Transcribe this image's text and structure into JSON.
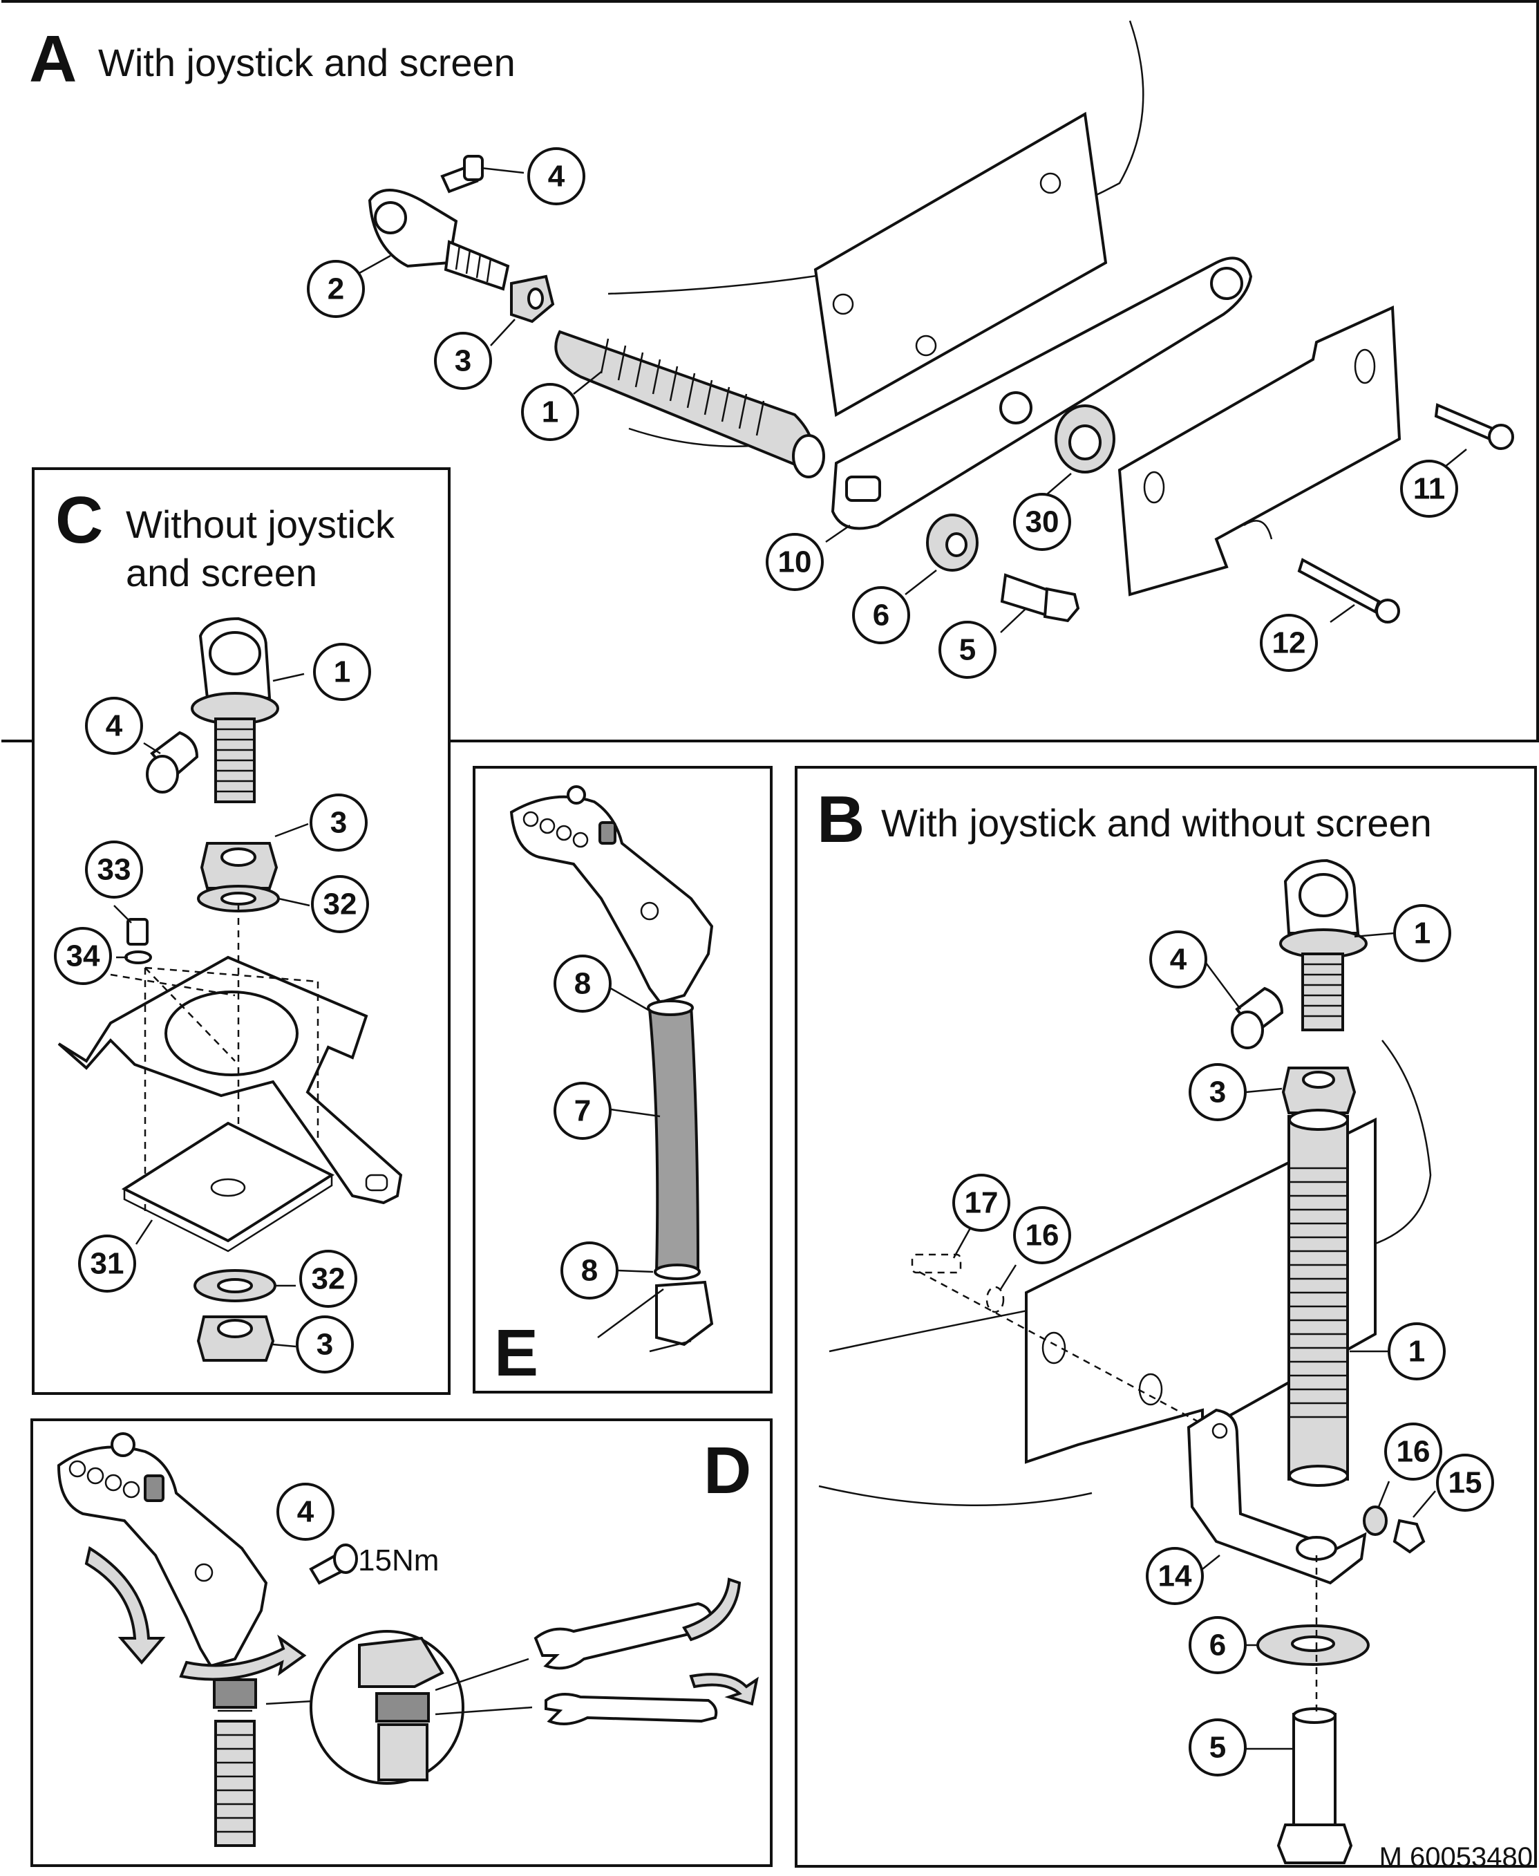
{
  "panels": {
    "A": {
      "letter": "A",
      "title": "With joystick and screen"
    },
    "B": {
      "letter": "B",
      "title": "With joystick and without screen"
    },
    "C": {
      "letter": "C",
      "title_line1": "Without joystick",
      "title_line2": "and screen"
    },
    "D": {
      "letter": "D",
      "torque": "15Nm"
    },
    "E": {
      "letter": "E"
    }
  },
  "callouts": {
    "A": [
      "4",
      "2",
      "3",
      "1",
      "10",
      "6",
      "5",
      "30",
      "11",
      "12"
    ],
    "B": [
      "1",
      "4",
      "3",
      "17",
      "16",
      "1",
      "16",
      "15",
      "14",
      "6",
      "5"
    ],
    "C": [
      "1",
      "4",
      "3",
      "33",
      "32",
      "34",
      "31",
      "32",
      "3"
    ],
    "D": [
      "4"
    ],
    "E": [
      "8",
      "7",
      "8"
    ]
  },
  "document_ref": "M 60053480"
}
